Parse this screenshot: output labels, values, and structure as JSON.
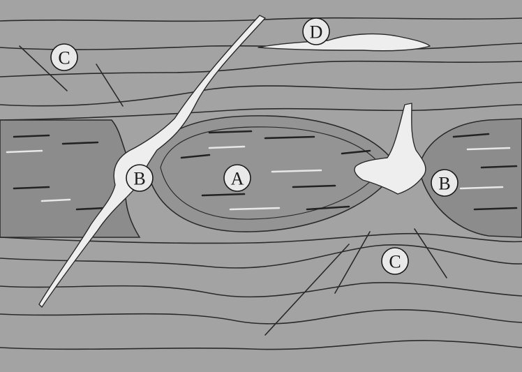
{
  "colors": {
    "background": "#a3a3a3",
    "boudin_band": "#8c8c8c",
    "boudin_core": "#949494",
    "vein_fill": "#eeeeee",
    "outline": "#2a2a2a",
    "label_fill": "#e9e9e9"
  },
  "labels": {
    "boudin": "A",
    "neck_left": "B",
    "neck_right": "B",
    "fault_top": "C",
    "fault_bottom": "C",
    "vein_lens": "D"
  }
}
